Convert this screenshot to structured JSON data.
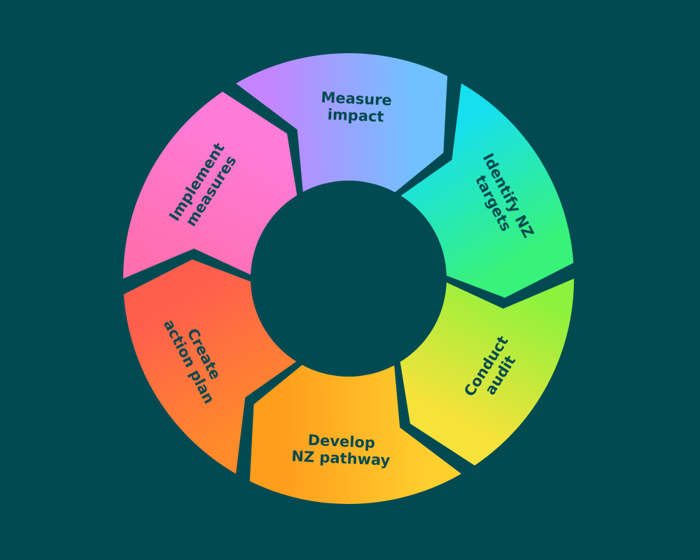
{
  "background_color": "#024a52",
  "text_color": "#034950",
  "segments": [
    {
      "lines": [
        "Identify NZ",
        "targets"
      ],
      "gradient": [
        "#16dff0",
        "#38f27a"
      ]
    },
    {
      "lines": [
        "Conduct",
        "audit"
      ],
      "gradient": [
        "#8cf23d",
        "#f6e23a"
      ]
    },
    {
      "lines": [
        "Develop",
        "NZ pathway"
      ],
      "gradient": [
        "#ffcf2e",
        "#ff9d1c"
      ]
    },
    {
      "lines": [
        "Create",
        "action plan"
      ],
      "gradient": [
        "#ff8a2a",
        "#ff5e4e"
      ]
    },
    {
      "lines": [
        "Implement",
        "measures"
      ],
      "gradient": [
        "#ff6fb0",
        "#ff7bd8"
      ]
    },
    {
      "lines": [
        "Measure",
        "impact"
      ],
      "gradient": [
        "#c584ff",
        "#6fc2ff"
      ]
    }
  ]
}
